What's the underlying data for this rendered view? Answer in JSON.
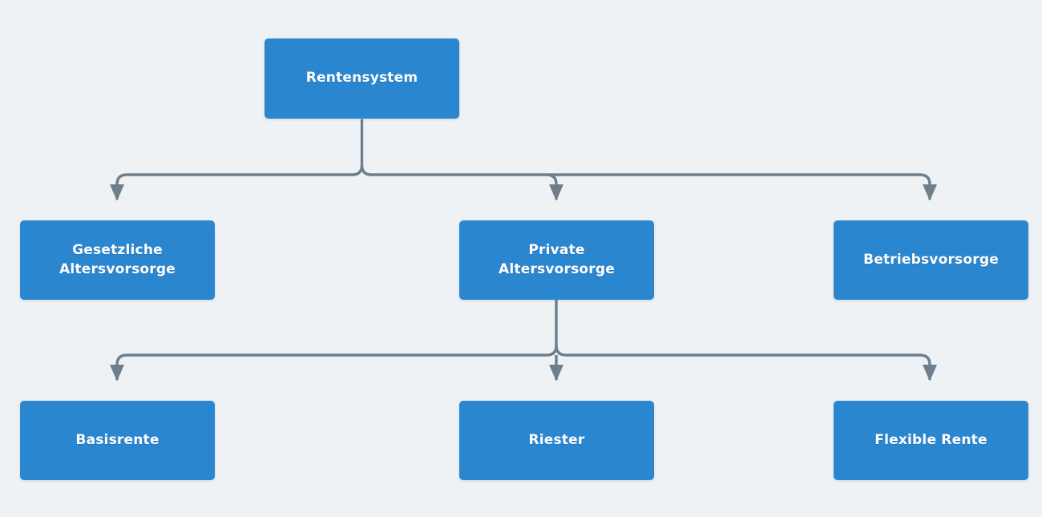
{
  "diagram": {
    "type": "hierarchy-flowchart",
    "background_color": "#eef2f5",
    "node_color": "#2b86d0",
    "node_text_color": "#ffffff",
    "connector_color": "#6d7f8c",
    "levels": [
      {
        "level": 1,
        "nodes": [
          {
            "id": "rentensystem",
            "label": "Rentensystem"
          }
        ]
      },
      {
        "level": 2,
        "nodes": [
          {
            "id": "gesetzliche",
            "label": "Gesetzliche\nAltersvorsorge"
          },
          {
            "id": "private",
            "label": "Private\nAltersvorsorge"
          },
          {
            "id": "betriebs",
            "label": "Betriebsvorsorge"
          }
        ]
      },
      {
        "level": 3,
        "nodes": [
          {
            "id": "basisrente",
            "label": "Basisrente"
          },
          {
            "id": "riester",
            "label": "Riester"
          },
          {
            "id": "flexible",
            "label": "Flexible Rente"
          }
        ]
      }
    ],
    "edges": [
      {
        "from": "rentensystem",
        "to": "gesetzliche"
      },
      {
        "from": "rentensystem",
        "to": "private"
      },
      {
        "from": "rentensystem",
        "to": "betriebs"
      },
      {
        "from": "private",
        "to": "basisrente"
      },
      {
        "from": "private",
        "to": "riester"
      },
      {
        "from": "private",
        "to": "flexible"
      }
    ]
  }
}
